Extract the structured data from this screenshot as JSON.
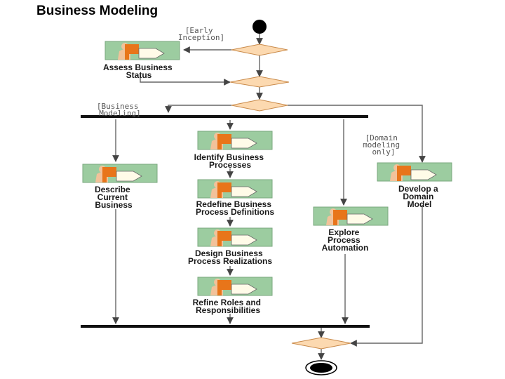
{
  "title": "Business Modeling",
  "guards": {
    "early_inception": [
      "[Early",
      "Inception]"
    ],
    "business_modeling": [
      "[Business",
      "Modeling]"
    ],
    "domain_modeling": [
      "[Domain",
      "modeling",
      "only]"
    ]
  },
  "activities": {
    "assess_business_status": [
      "Assess Business",
      "Status"
    ],
    "describe_current_business": [
      "Describe",
      "Current",
      "Business"
    ],
    "identify_business_processes": [
      "Identify Business",
      "Processes"
    ],
    "redefine_business_process_definitions": [
      "Redefine Business",
      "Process Definitions"
    ],
    "design_business_process_realizations": [
      "Design Business",
      "Process Realizations"
    ],
    "refine_roles_and_responsibilities": [
      "Refine Roles and",
      "Responsibilities"
    ],
    "explore_process_automation": [
      "Explore",
      "Process",
      "Automation"
    ],
    "develop_domain_model": [
      "Develop a",
      "Domain",
      "Model"
    ]
  },
  "colors": {
    "icon_green": "#9ccca0",
    "icon_orange": "#e8751a",
    "icon_skin": "#f2c29a",
    "decision_fill": "#fcd9b0",
    "decision_stroke": "#c98a4a",
    "line": "#666666",
    "bar": "#111111"
  }
}
